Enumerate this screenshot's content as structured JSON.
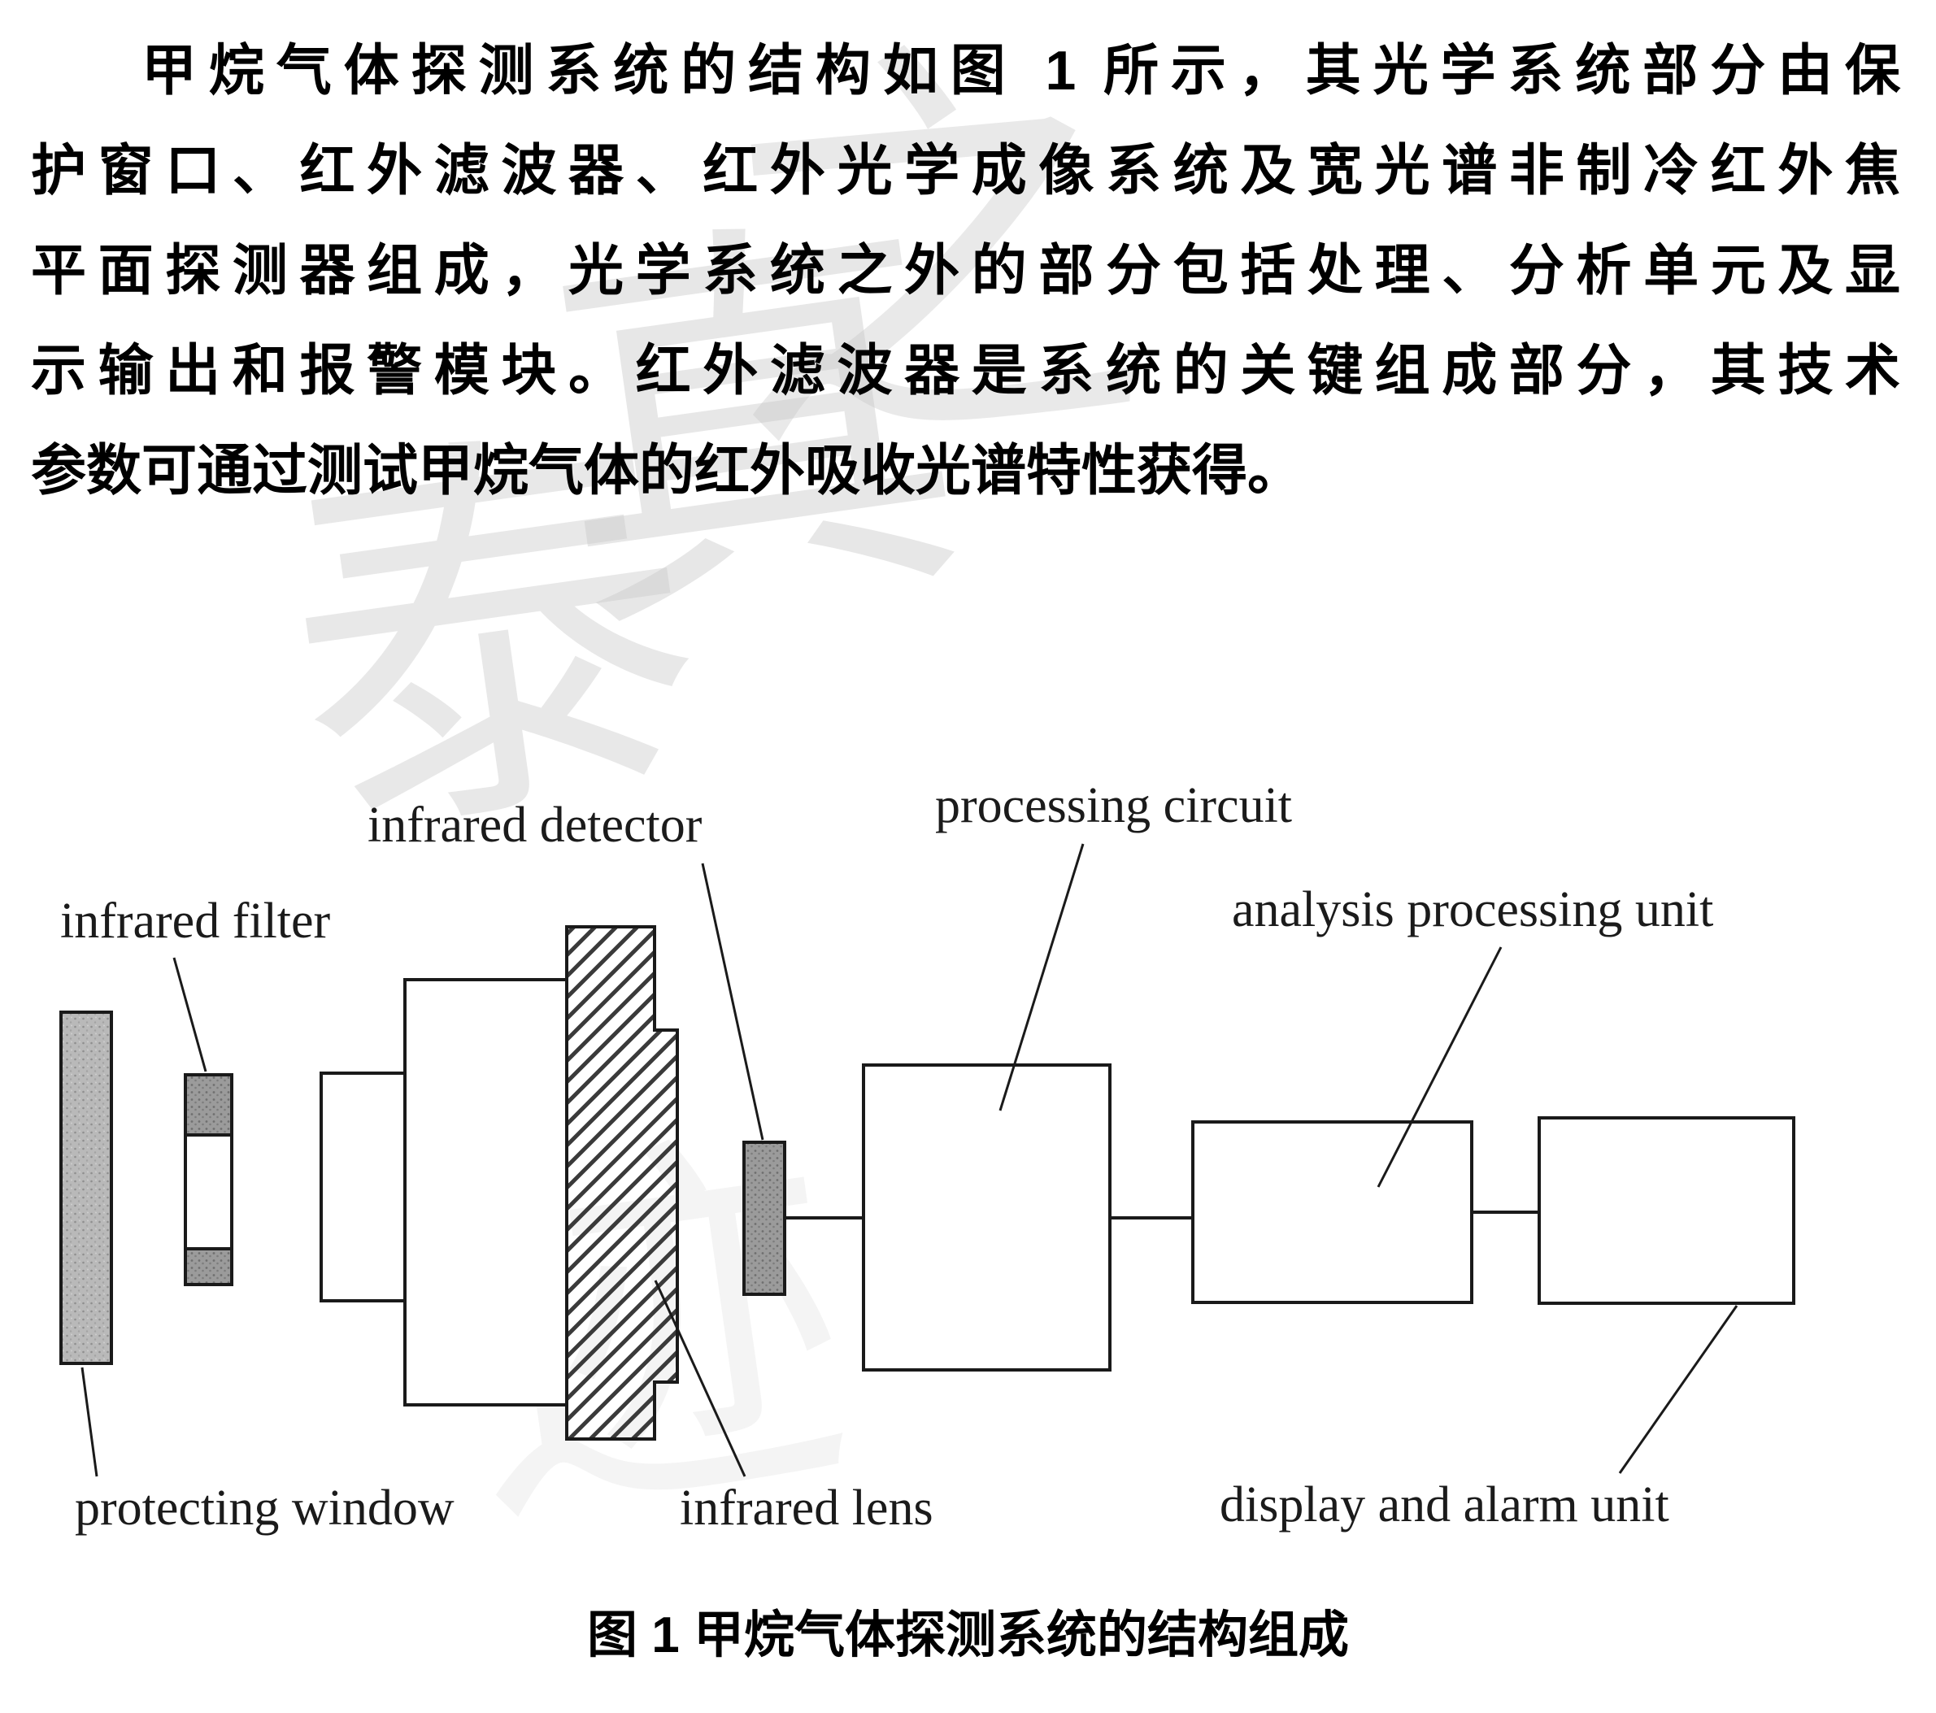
{
  "text": {
    "paragraph_lines": [
      "甲烷气体探测系统的结构如图 1 所示，其光学系统部分由保",
      "护窗口、红外滤波器、红外光学成像系统及宽光谱非制冷红外焦",
      "平面探测器组成，光学系统之外的部分包括处理、分析单元及显",
      "示输出和报警模块。红外滤波器是系统的关键组成部分，其技术",
      "参数可通过测试甲烷气体的红外吸收光谱特性获得。"
    ]
  },
  "figure": {
    "labels": {
      "infrared_filter": "infrared filter",
      "infrared_detector": "infrared detector",
      "processing_circuit": "processing circuit",
      "analysis_processing_unit": "analysis processing unit",
      "protecting_window": "protecting window",
      "infrared_lens": "infrared lens",
      "display_and_alarm_unit": "display and alarm unit"
    },
    "caption": "图 1 甲烷气体探测系统的结构组成"
  },
  "watermark": {
    "glyphs": [
      "之",
      "真",
      "泰",
      "迹"
    ]
  }
}
